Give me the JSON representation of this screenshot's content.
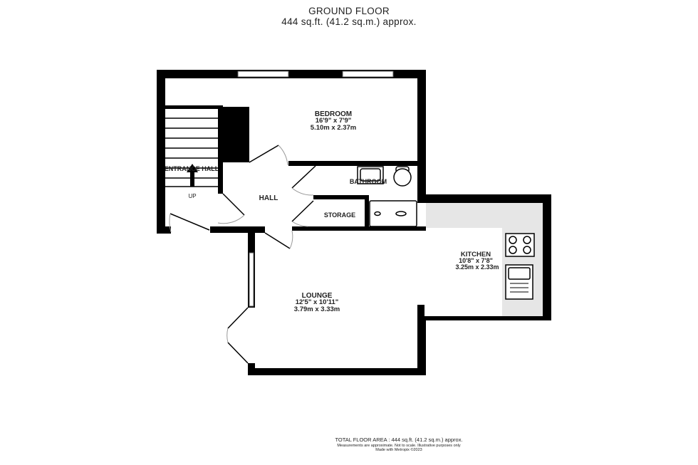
{
  "header": {
    "floor": "GROUND FLOOR",
    "area": "444 sq.ft. (41.2 sq.m.) approx."
  },
  "rooms": [
    {
      "name": "BEDROOM",
      "imperial": "16'9\"  x 7'9\"",
      "metric": "5.10m  x 2.37m"
    },
    {
      "name": "KITCHEN",
      "imperial": "10'8\"  x 7'8\"",
      "metric": "3.25m  x 2.33m"
    },
    {
      "name": "LOUNGE",
      "imperial": "12'5\"  x 10'11\"",
      "metric": "3.79m  x 3.33m"
    },
    {
      "name": "HALL"
    },
    {
      "name": "STORAGE"
    },
    {
      "name": "BATHROOM"
    },
    {
      "name": "ENTRANCE HALL"
    }
  ],
  "stairs_label": "UP",
  "footer": {
    "total": "TOTAL FLOOR AREA : 444 sq.ft. (41.2 sq.m.) approx.",
    "disclaimer": "Measurements are approximate.  Not to scale.  Illustrative purposes only",
    "credit": "Made with Metropix ©2023"
  },
  "colors": {
    "wall": "#000000",
    "counter": "#e6e6e6"
  }
}
